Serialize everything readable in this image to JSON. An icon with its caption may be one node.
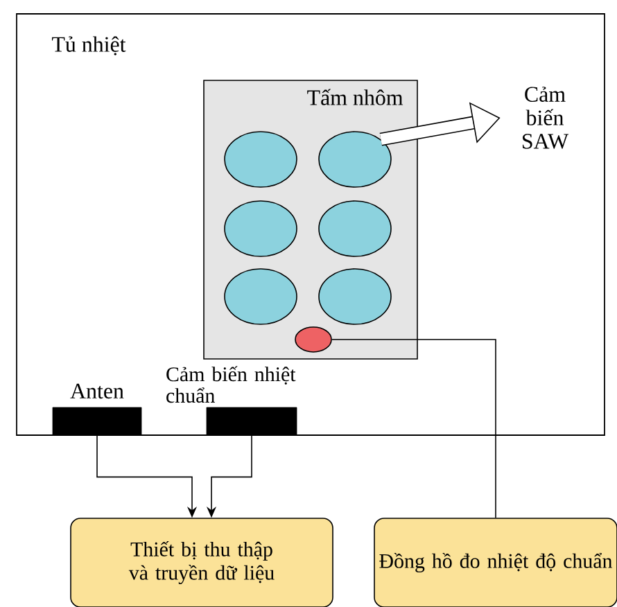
{
  "diagram": {
    "nodes": [
      {
        "text": [
          "Tủ nhiệt"
        ]
      },
      {
        "text": [
          "Tấm nhôm"
        ],
        "in": 0
      },
      {
        "text": [],
        "shape": "circle",
        "in": 1
      },
      {
        "text": [],
        "shape": "circle",
        "in": 1
      },
      {
        "text": [],
        "shape": "circle",
        "in": 1
      },
      {
        "text": [],
        "shape": "circle",
        "in": 1
      },
      {
        "text": [],
        "shape": "circle",
        "in": 1
      },
      {
        "text": [],
        "shape": "circle",
        "in": 1
      },
      {
        "text": [],
        "shape": "circle",
        "in": 1
      },
      {
        "text": [
          "Cảm biến SAW"
        ],
        "in": 0
      },
      {
        "text": [
          "Anten"
        ],
        "in": 0
      },
      {
        "text": [
          "Cảm biến nhiệt chuẩn"
        ],
        "in": 0
      },
      {
        "text": [
          "Thiết bị thu thập và truyền dữ liệu"
        ]
      },
      {
        "text": [
          "Đồng hồ đo nhiệt độ chuẩn"
        ]
      }
    ],
    "edges": [
      {
        "from": 3,
        "to": 9,
        "arrow": "to",
        "style": "thick"
      },
      {
        "from": 10,
        "to": 12,
        "arrow": "to"
      },
      {
        "from": 11,
        "to": 12,
        "arrow": "to"
      },
      {
        "from": 8,
        "to": 13,
        "arrow": "none"
      }
    ]
  }
}
